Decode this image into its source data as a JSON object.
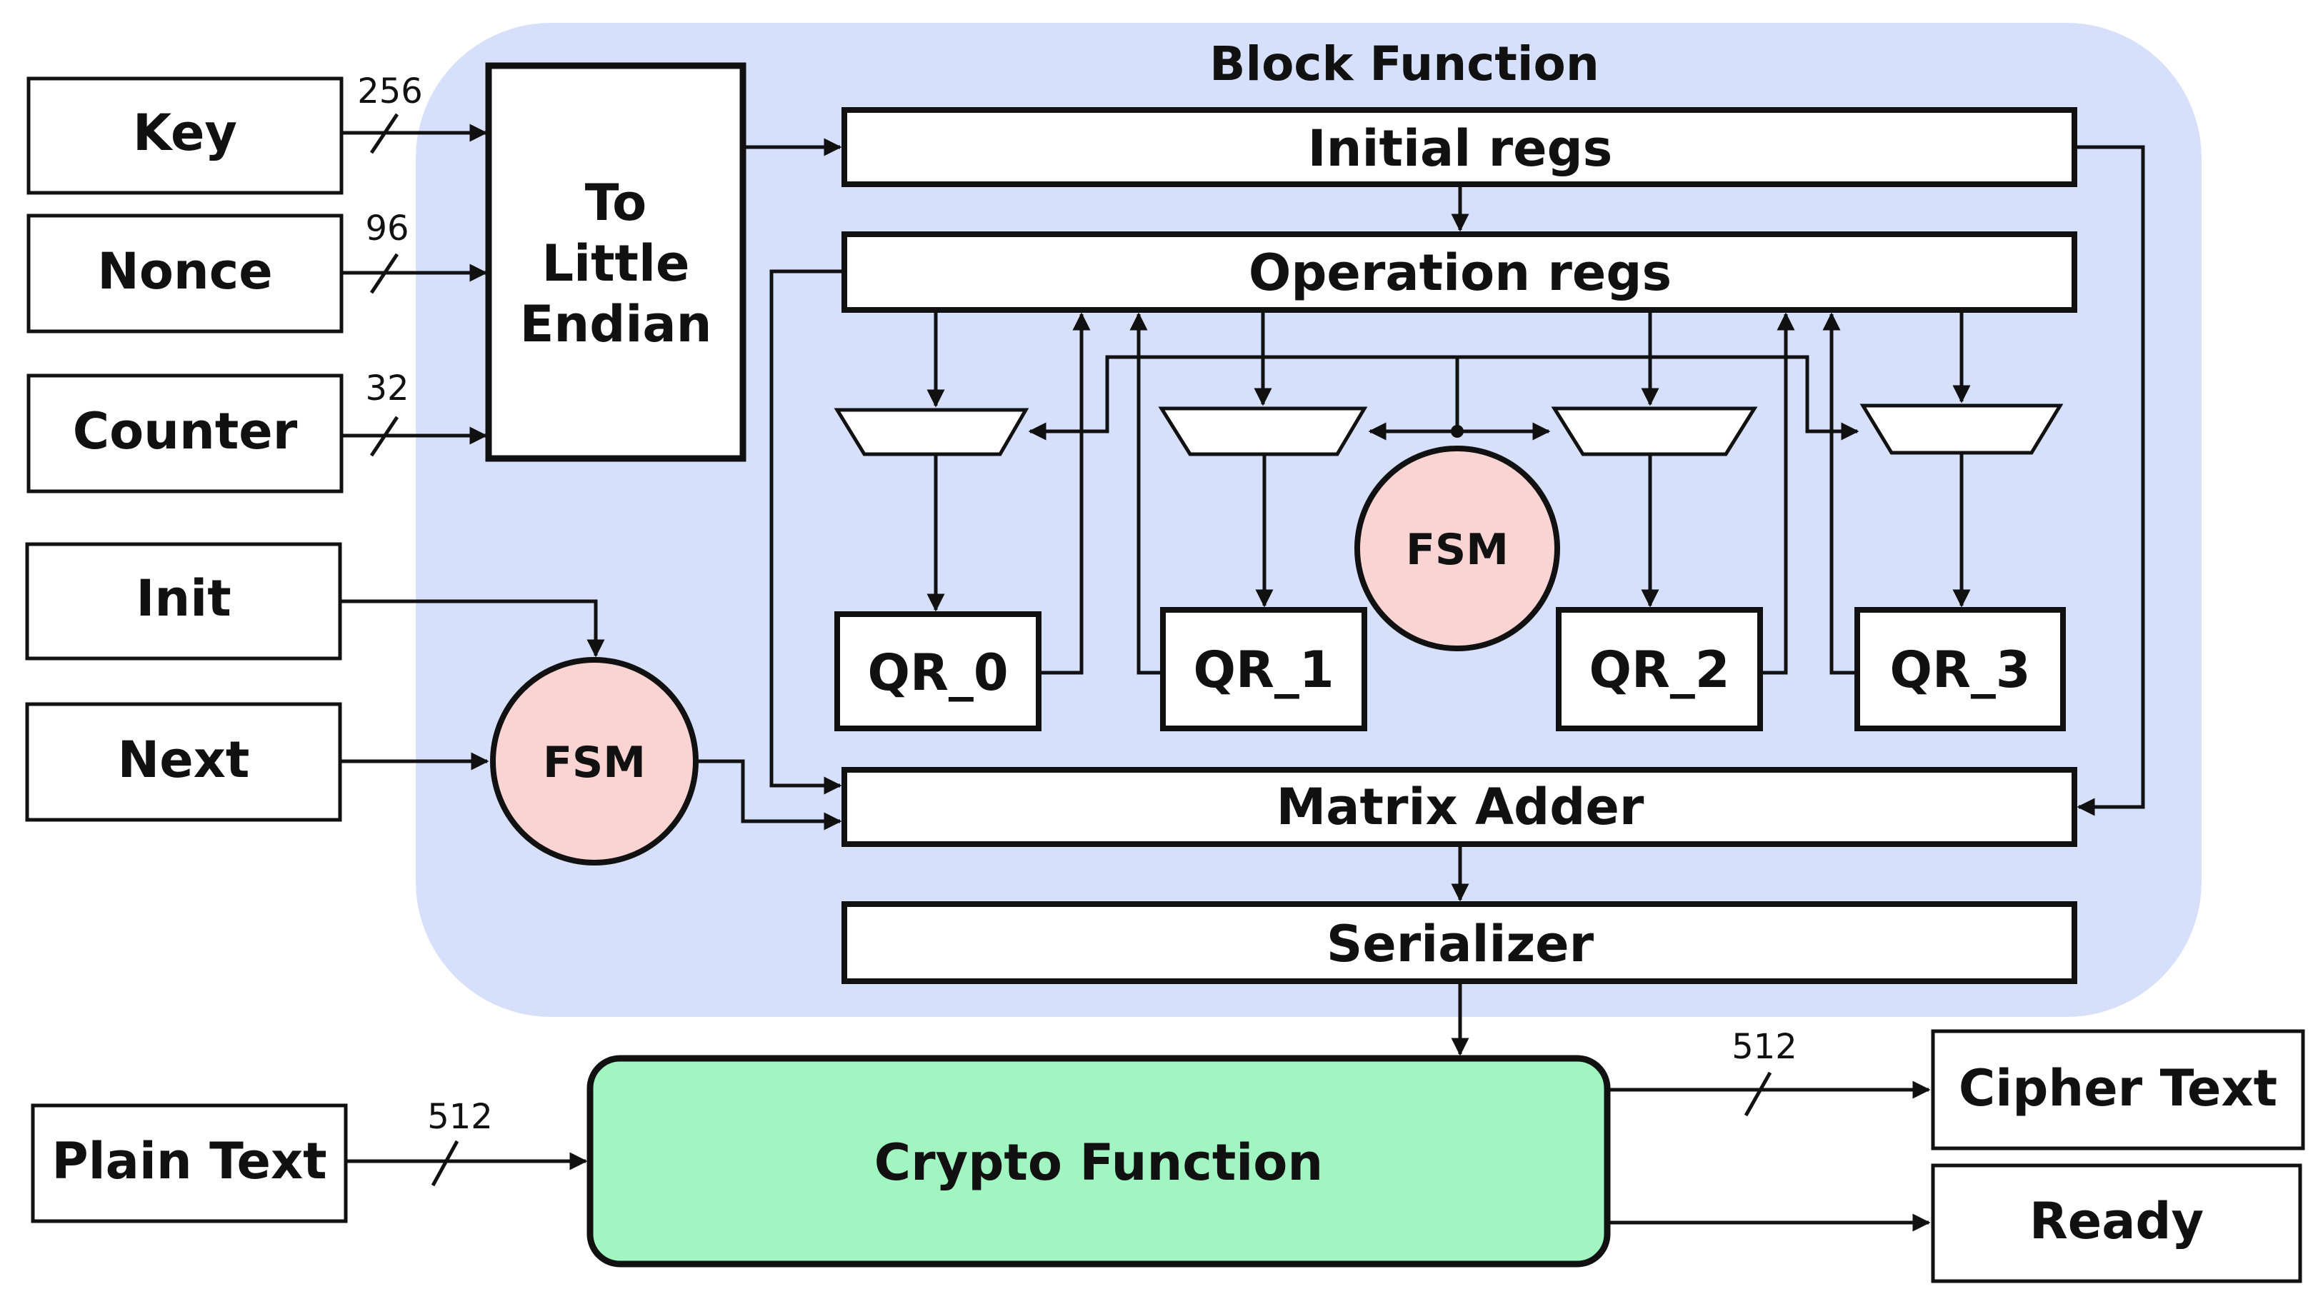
{
  "block_function": {
    "title": "Block Function",
    "initial_regs": "Initial regs",
    "operation_regs": "Operation regs",
    "matrix_adder": "Matrix Adder",
    "serializer": "Serializer",
    "fsm_inner": "FSM",
    "quarter_rounds": [
      "QR_0",
      "QR_1",
      "QR_2",
      "QR_3"
    ]
  },
  "converter": {
    "line1": "To",
    "line2": "Little",
    "line3": "Endian"
  },
  "inputs": {
    "key": "Key",
    "nonce": "Nonce",
    "counter": "Counter",
    "init": "Init",
    "next": "Next",
    "plain_text": "Plain Text"
  },
  "bus_widths": {
    "key": "256",
    "nonce": "96",
    "counter": "32",
    "plain_text": "512",
    "cipher_text": "512"
  },
  "fsm_outer": "FSM",
  "crypto_function": "Crypto Function",
  "outputs": {
    "cipher_text": "Cipher Text",
    "ready": "Ready"
  },
  "colors": {
    "block_bg": "#d6e0fb",
    "fsm_fill": "#fad3d3",
    "crypto_fill": "#a0f5c0",
    "stroke": "#111111"
  }
}
